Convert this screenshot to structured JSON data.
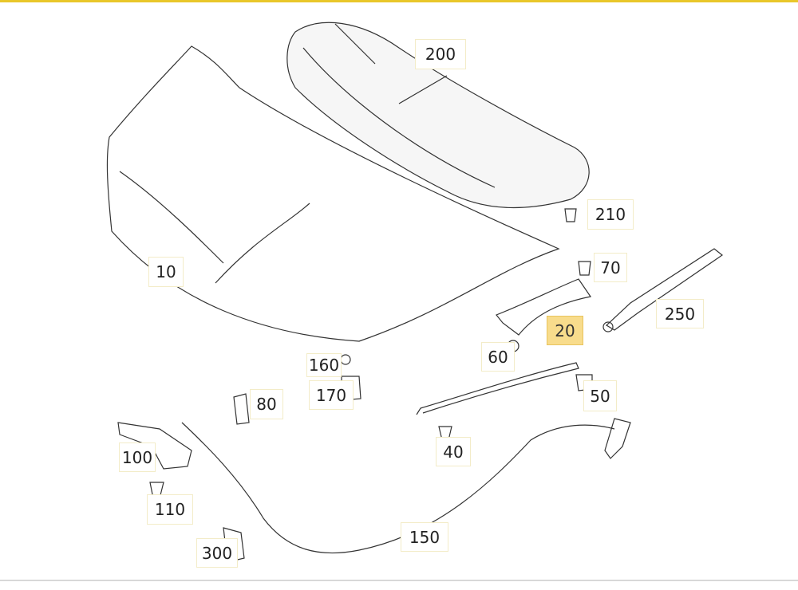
{
  "diagram": {
    "title": "Hood / bonnet parts diagram",
    "highlighted_part": "20",
    "colors": {
      "accent": "#e9c72a",
      "highlight": "#f8dc8c",
      "label_border": "#f3ecc8",
      "line": "#333333"
    },
    "labels": {
      "p200": "200",
      "p210": "210",
      "p10": "10",
      "p70": "70",
      "p250": "250",
      "p20": "20",
      "p60": "60",
      "p160": "160",
      "p170": "170",
      "p80": "80",
      "p50": "50",
      "p100": "100",
      "p40": "40",
      "p110": "110",
      "p150": "150",
      "p300": "300"
    }
  }
}
